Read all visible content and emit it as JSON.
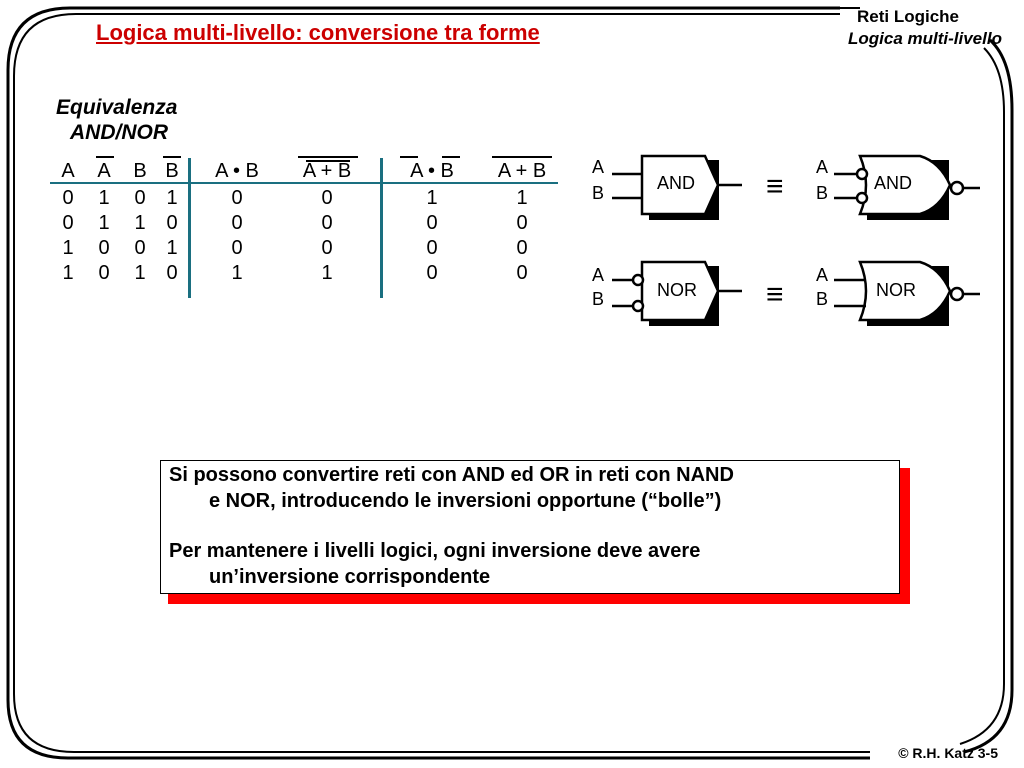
{
  "header": {
    "course": "Reti Logiche",
    "topic": "Logica multi-livello",
    "title": "Logica multi-livello: conversione tra forme"
  },
  "equivalence_heading": {
    "line1": "Equivalenza",
    "line2": "AND/NOR"
  },
  "truth_table": {
    "headers": [
      "A",
      "A",
      "B",
      "B",
      "A • B",
      "A + B",
      "A • B",
      "A + B"
    ],
    "overlined_headers": [
      1,
      3,
      5,
      6,
      7
    ],
    "rows": [
      [
        "0",
        "1",
        "0",
        "1",
        "0",
        "0",
        "1",
        "1"
      ],
      [
        "0",
        "1",
        "1",
        "0",
        "0",
        "0",
        "0",
        "0"
      ],
      [
        "1",
        "0",
        "0",
        "1",
        "0",
        "0",
        "0",
        "0"
      ],
      [
        "1",
        "0",
        "1",
        "0",
        "1",
        "1",
        "0",
        "0"
      ]
    ]
  },
  "gates": {
    "and_left": {
      "in1": "A",
      "in2": "B",
      "label": "AND"
    },
    "and_right": {
      "in1": "A",
      "in2": "B",
      "label": "AND"
    },
    "nor_left": {
      "in1": "A",
      "in2": "B",
      "label": "NOR"
    },
    "nor_right": {
      "in1": "A",
      "in2": "B",
      "label": "NOR"
    },
    "equiv_symbol": "≡"
  },
  "note": {
    "line1": "Si possono convertire reti con AND ed OR in reti con NAND",
    "line2": "e NOR, introducendo le inversioni opportune (“bolle”)",
    "line3": "Per mantenere i livelli logici, ogni inversione deve avere",
    "line4": "un’inversione corrispondente"
  },
  "footer": "© R.H. Katz 3-5",
  "colors": {
    "title": "#cc0000",
    "table_rule": "#1a6f80",
    "note_shadow": "#ff0000"
  }
}
